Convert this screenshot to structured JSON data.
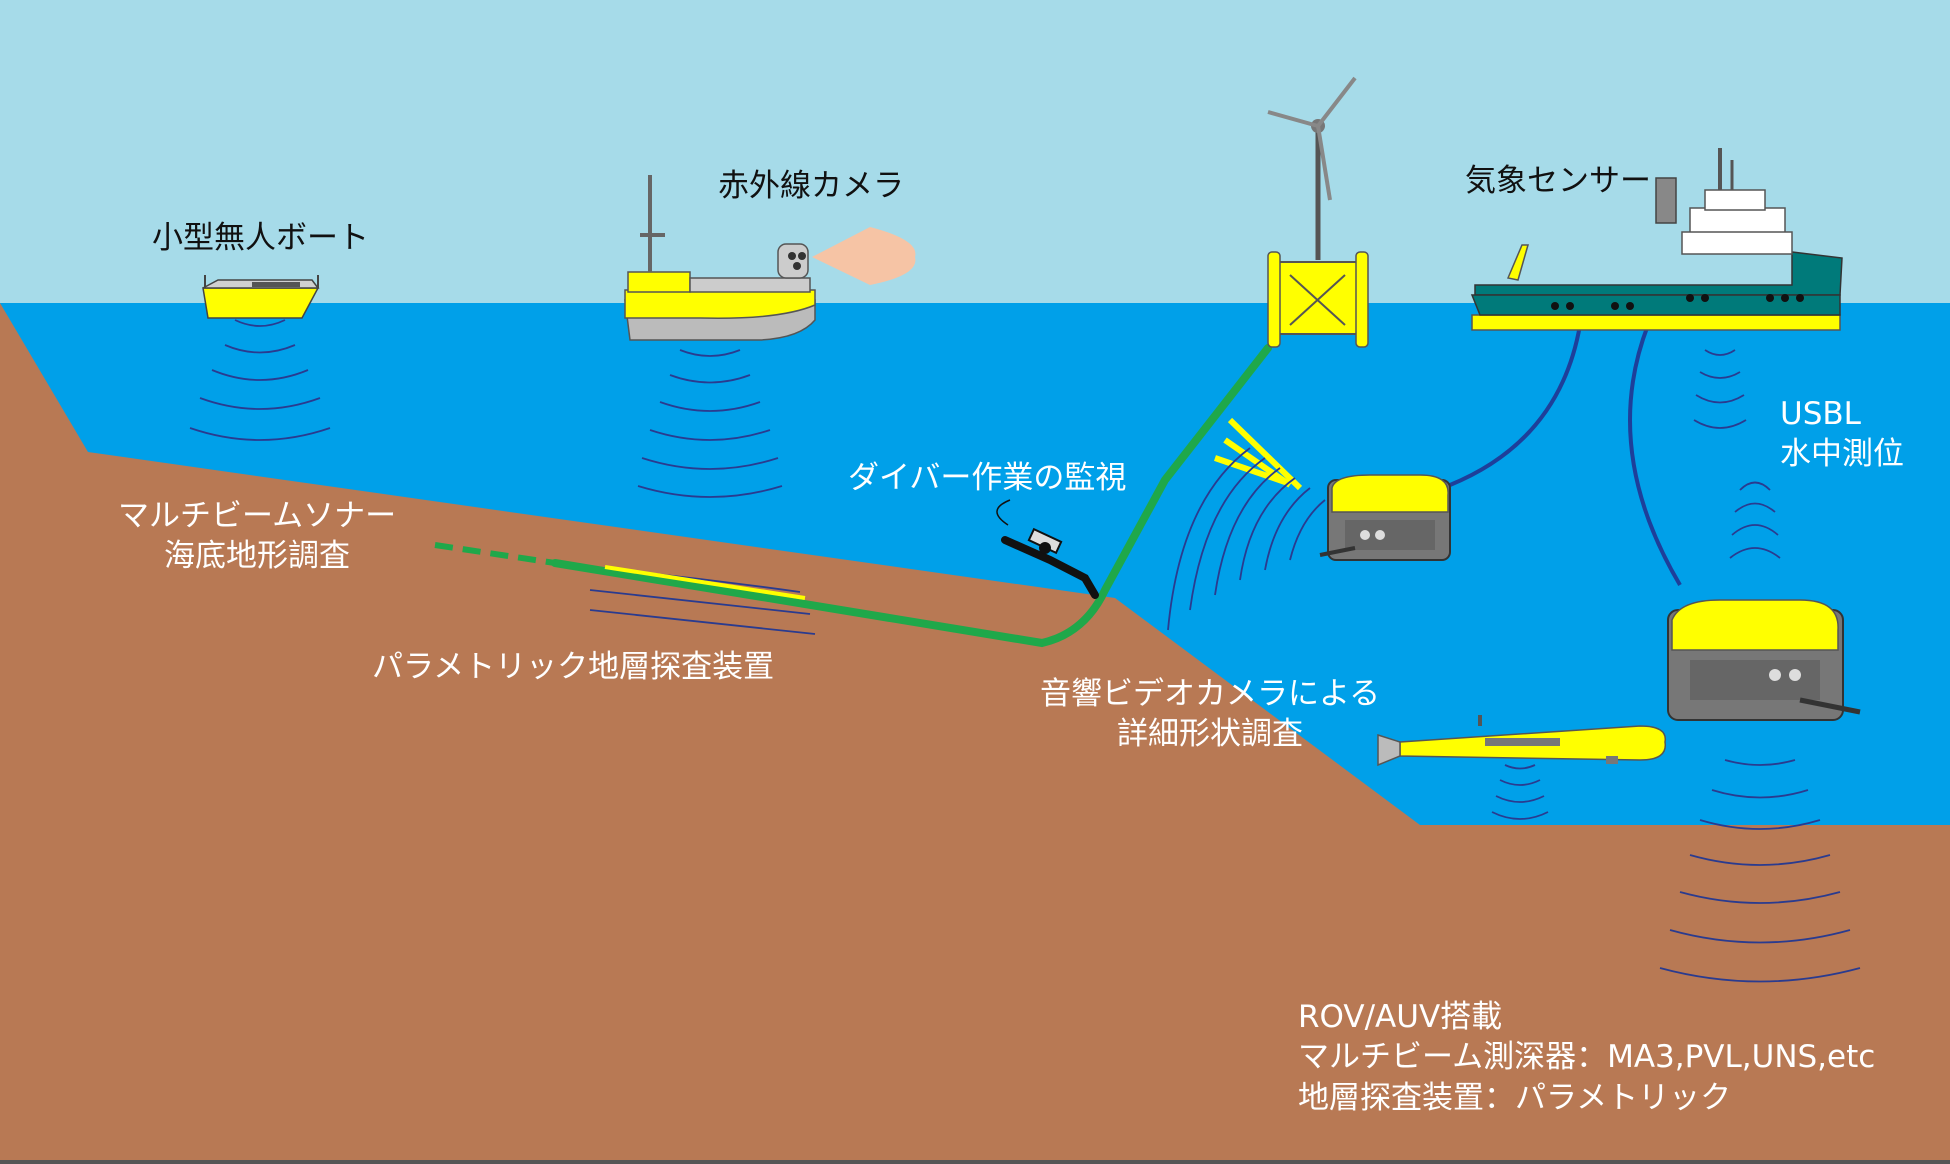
{
  "labels": {
    "small_usv": "小型無人ボート",
    "ir_camera": "赤外線カメラ",
    "weather_sensor": "気象センサー",
    "usbl_line1": "USBL",
    "usbl_line2": "水中測位",
    "multibeam_line1": "マルチビームソナー",
    "multibeam_line2": "海底地形調査",
    "diver": "ダイバー作業の監視",
    "parametric": "パラメトリック地層探査装置",
    "acoustic_line1": "音響ビデオカメラによる",
    "acoustic_line2": "詳細形状調査",
    "payload_line1": "ROV/AUV搭載",
    "payload_line2": "マルチビーム測深器：MA3,PVL,UNS,etc",
    "payload_line3": "地層探査装置：パラメトリック"
  },
  "colors": {
    "sky": "#a6dbe9",
    "sea": "#00a0e9",
    "seabed": "#b87954",
    "cable": "#1fa84a",
    "vehicle_yellow": "#ffff00",
    "ship_hull": "#007a7a",
    "sonar_arc": "#2a3b8f",
    "tether": "#1e3f9a"
  },
  "icons": [
    "usv-icon",
    "ir-camera-boat-icon",
    "wind-turbine-icon",
    "support-vessel-icon",
    "diver-icon",
    "rov-icon",
    "auv-icon"
  ]
}
